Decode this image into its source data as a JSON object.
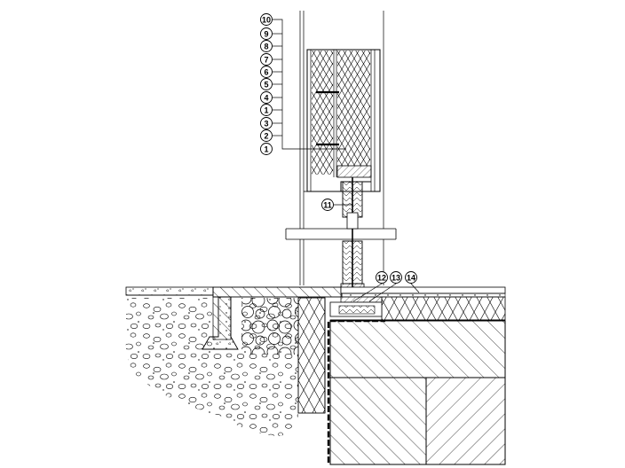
{
  "callouts_left": [
    {
      "number": "10"
    },
    {
      "number": "9"
    },
    {
      "number": "8"
    },
    {
      "number": "7"
    },
    {
      "number": "6"
    },
    {
      "number": "5"
    },
    {
      "number": "4"
    },
    {
      "number": "1"
    },
    {
      "number": "3"
    },
    {
      "number": "2"
    },
    {
      "number": "1"
    }
  ],
  "callout_lower": {
    "number": "11"
  },
  "callouts_floor": [
    {
      "number": "12"
    },
    {
      "number": "13"
    },
    {
      "number": "14"
    }
  ],
  "colors": {
    "line": "#000000",
    "background": "#ffffff"
  }
}
